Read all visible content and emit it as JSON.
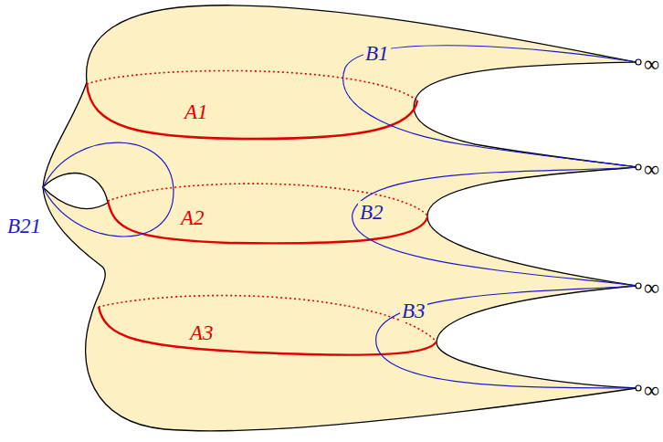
{
  "diagram": {
    "labels": [
      "B1",
      "A1",
      "B21",
      "A2",
      "B2",
      "A3",
      "B3",
      "∞",
      "∞",
      "∞",
      "∞"
    ]
  }
}
